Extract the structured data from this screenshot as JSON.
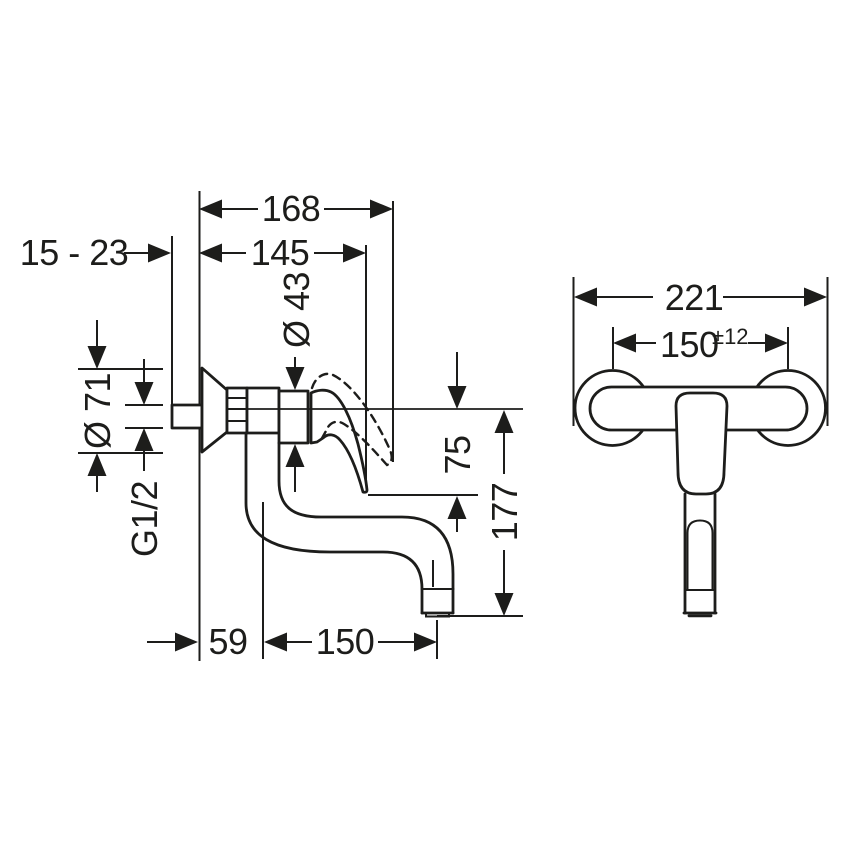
{
  "drawing": {
    "title": "wall-mounted single lever mixer dimension drawing",
    "colors": {
      "ink": "#1d1d1b",
      "paper": "#ffffff"
    }
  },
  "side_view": {
    "dim_projection_range": "15 - 23",
    "dim_depth_overall": "168",
    "dim_depth_handle": "145",
    "dim_handle_diameter": "Ø 43",
    "dim_escutcheon_diameter": "Ø 71",
    "dim_connection_thread": "G1/2",
    "dim_drop_handle": "75",
    "dim_drop_outlet": "177",
    "dim_wall_to_spout_axis": "59",
    "dim_spout_reach": "150"
  },
  "front_view": {
    "dim_overall_width": "221",
    "dim_connection_centers": "150",
    "dim_connection_tolerance": "±12"
  }
}
